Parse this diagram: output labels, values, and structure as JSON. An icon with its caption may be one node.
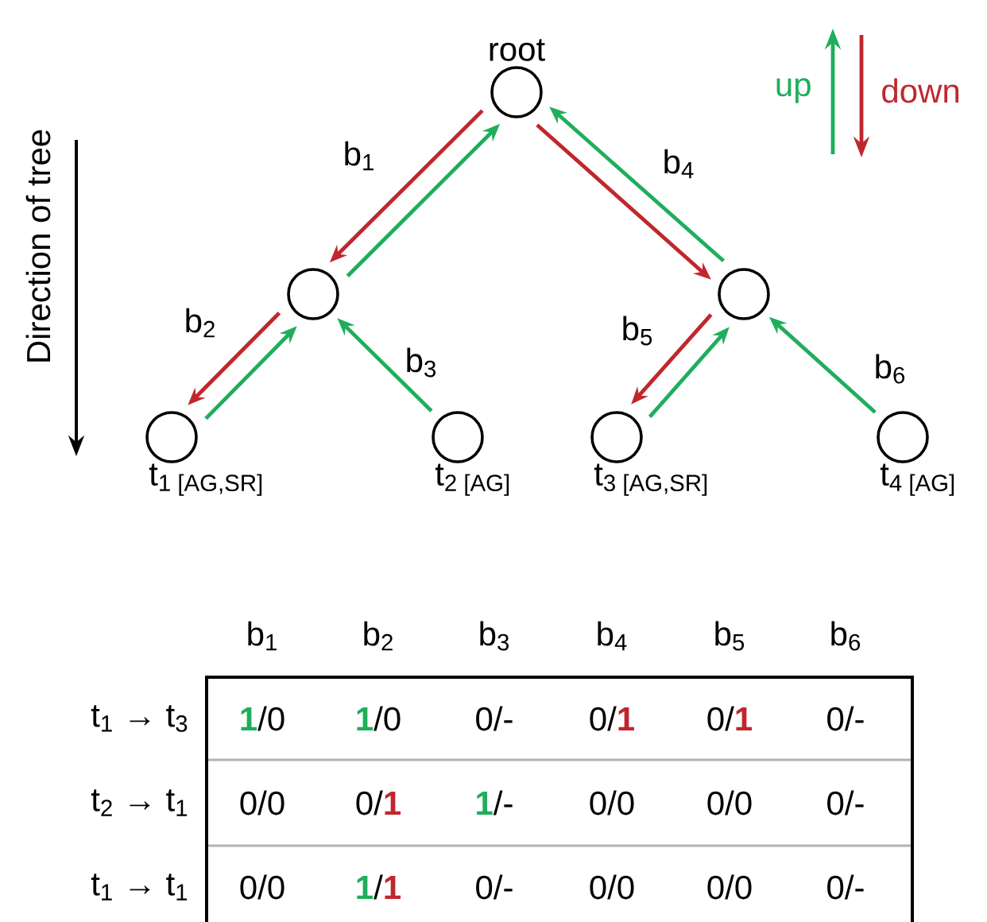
{
  "diagram": {
    "nodes": [
      {
        "text": [
          "root"
        ]
      },
      {
        "text": [],
        "shape": "circle"
      },
      {
        "text": [],
        "shape": "circle"
      },
      {
        "text": [
          "t$_{1 [AG,SR]}$"
        ]
      },
      {
        "text": [
          "t$_{2 [AG]}$"
        ]
      },
      {
        "text": [
          "t$_{3 [AG,SR]}$"
        ]
      },
      {
        "text": [
          "t$_{4 [AG]}$"
        ]
      }
    ],
    "edges": [
      {
        "from": 0,
        "to": 1,
        "arrow": "to",
        "label": "b$_{1}$",
        "color": "#c0272d"
      },
      {
        "from": 1,
        "to": 0,
        "arrow": "to"
      },
      {
        "from": 1,
        "to": 3,
        "arrow": "to",
        "label": "b$_{2}$",
        "color": "#c0272d"
      },
      {
        "from": 3,
        "to": 1,
        "arrow": "to"
      },
      {
        "from": 4,
        "to": 1,
        "arrow": "to",
        "label": "b$_{3}$"
      },
      {
        "from": 0,
        "to": 2,
        "arrow": "to",
        "label": "b$_{4}$",
        "color": "#c0272d"
      },
      {
        "from": 2,
        "to": 0,
        "arrow": "to"
      },
      {
        "from": 2,
        "to": 5,
        "arrow": "to",
        "label": "b$_{5}$",
        "color": "#c0272d"
      },
      {
        "from": 5,
        "to": 2,
        "arrow": "to"
      },
      {
        "from": 6,
        "to": 2,
        "arrow": "to",
        "label": "b$_{6}$"
      }
    ],
    "labels": [
      "Direction of tree",
      "b$_{1}$",
      "b$_{2}$",
      "b$_{3}$",
      "b$_{4}$",
      "b$_{5}$",
      "b$_{6}$",
      "t$_{1}$ → t$_{3}$",
      "**1**/0",
      "**1**/0",
      "0/-",
      "0/**1**",
      "0/**1**",
      "0/-",
      "t$_{2}$ → t$_{1}$",
      "0/0",
      "0/**1**",
      "**1**/-",
      "0/0",
      "0/0",
      "0/-",
      "t$_{1}$ → t$_{1}$",
      "0/0",
      "**1**/**1**",
      "0/-",
      "0/0",
      "0/0",
      "0/-"
    ],
    "legend": [
      {
        "text": "up"
      },
      {
        "text": "down"
      }
    ]
  }
}
